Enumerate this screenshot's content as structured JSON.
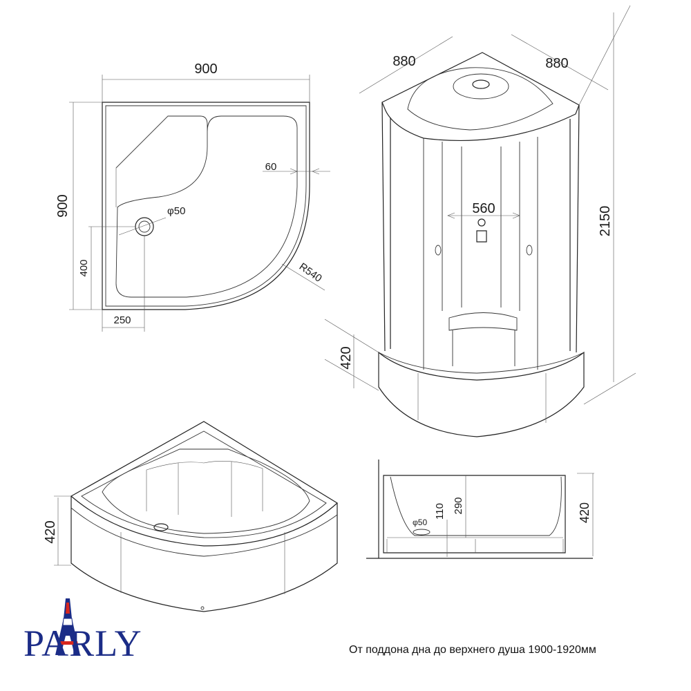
{
  "brand": {
    "logo_text": "PARLY",
    "colors": {
      "blue": "#1b2c87",
      "red": "#d7261e"
    }
  },
  "footer_note": "От поддона дна до верхнего душа 1900-1920мм",
  "top_view": {
    "width_label": "900",
    "height_label": "900",
    "edge_label": "60",
    "drain_label": "φ50",
    "radius_label": "R540",
    "drain_y_label": "400",
    "drain_x_label": "250"
  },
  "cabin_view": {
    "side_a_label": "880",
    "side_b_label": "880",
    "door_label": "560",
    "height_label": "2150",
    "tray_height_label": "420"
  },
  "tray_view": {
    "height_label": "420"
  },
  "section_view": {
    "drain_label": "φ50",
    "drain_height_label": "110",
    "depth_label": "290",
    "total_height_label": "420"
  }
}
